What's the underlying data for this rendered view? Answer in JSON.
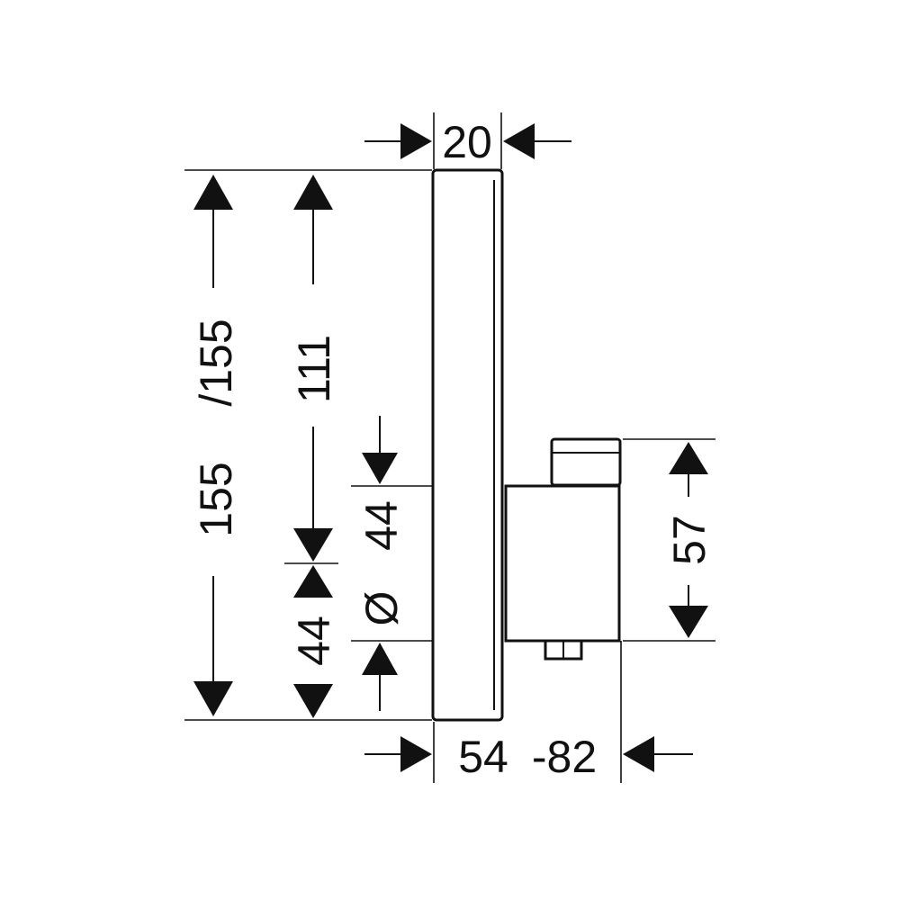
{
  "dimensions": {
    "width_top": "20",
    "height_total": "155",
    "height_total_alt": "/155",
    "height_upper": "111",
    "height_lower": "44",
    "diameter_symbol": "Ø",
    "diameter_value": "44",
    "depth_min": "54",
    "depth_max": "-82",
    "body_height": "57"
  },
  "colors": {
    "line": "#111111",
    "background": "#ffffff"
  }
}
